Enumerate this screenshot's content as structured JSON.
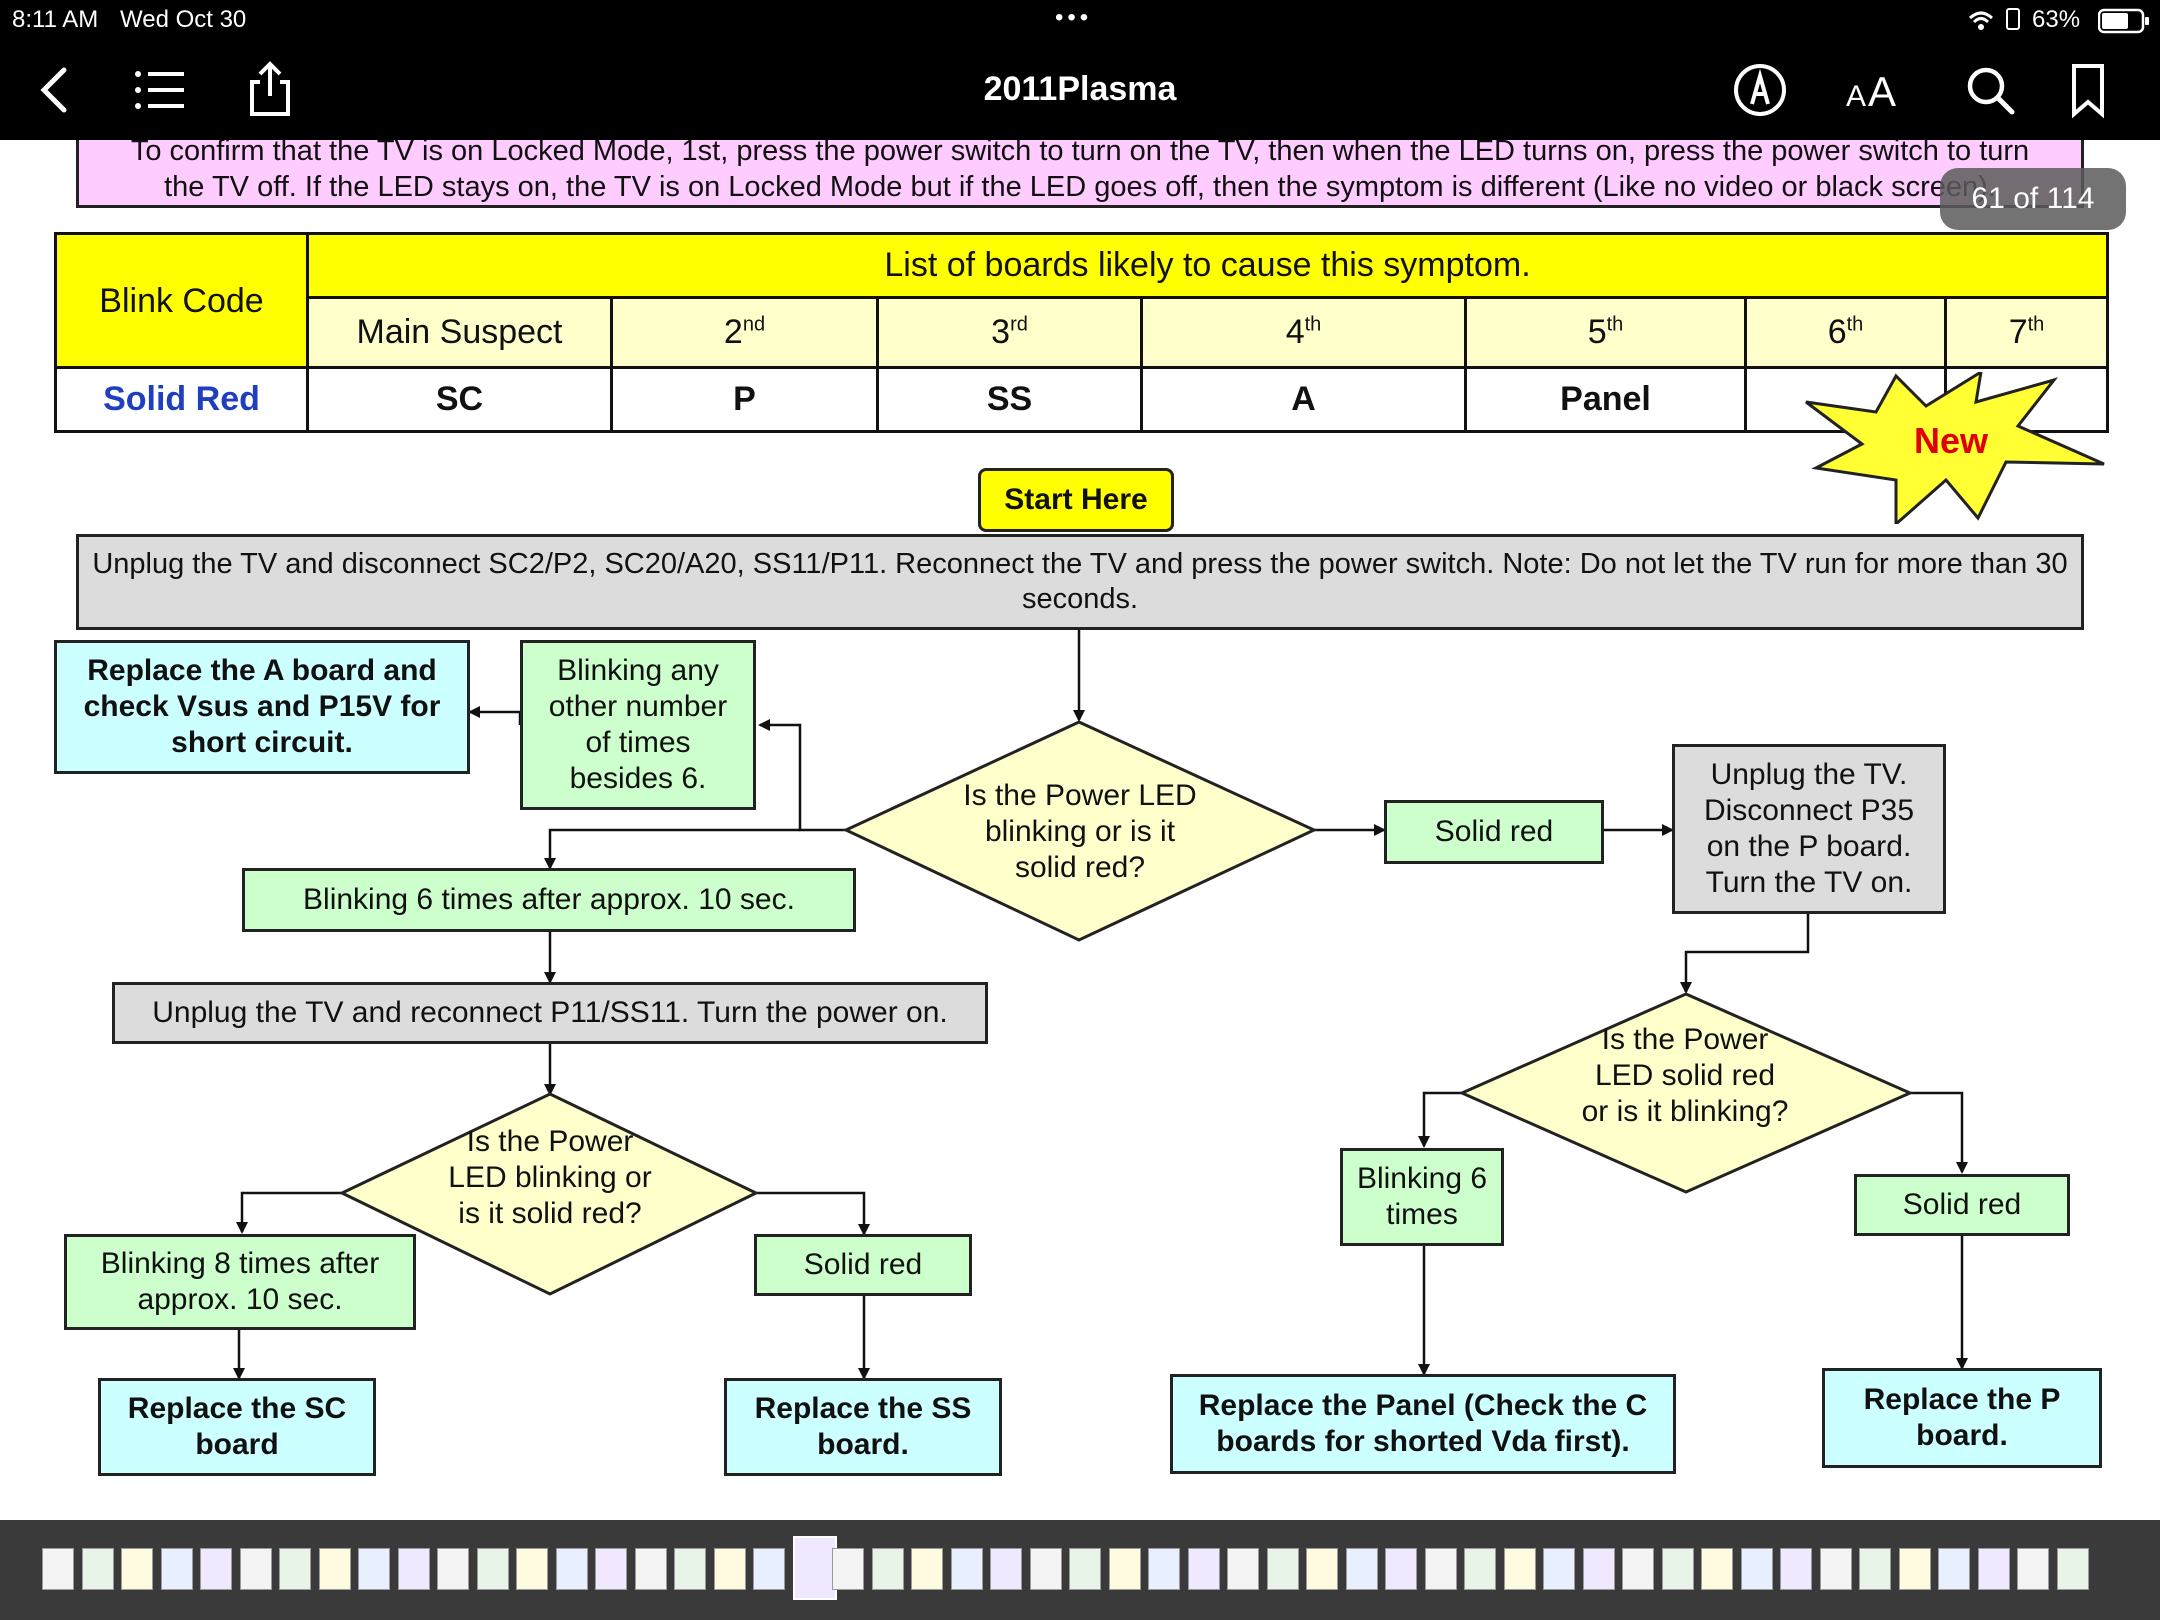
{
  "status": {
    "time": "8:11 AM",
    "date": "Wed Oct 30",
    "battery": "63%"
  },
  "nav": {
    "title": "2011Plasma"
  },
  "page_badge": "61 of 114",
  "intro": {
    "line1": "To confirm that the TV is on Locked Mode, 1st, press the power switch to turn on the TV, then when the LED turns on, press the power switch to turn",
    "line2": "the TV off. If the LED stays on, the TV is on Locked Mode but if the LED goes off, then the symptom is different (Like no video or black screen)."
  },
  "table": {
    "blink_code_header": "Blink Code",
    "list_header": "List of boards likely to cause this symptom.",
    "cols": [
      "Main Suspect",
      "2",
      "3",
      "4",
      "5",
      "6",
      "7"
    ],
    "ordinals": [
      "",
      "nd",
      "rd",
      "th",
      "th",
      "th",
      "th"
    ],
    "row_label": "Solid Red",
    "row_values": [
      "SC",
      "P",
      "SS",
      "A",
      "Panel",
      "",
      ""
    ]
  },
  "new_burst": "New",
  "start_here": "Start Here",
  "flow": {
    "step1": "Unplug the TV and disconnect SC2/P2, SC20/A20, SS11/P11. Reconnect the TV and press the power switch. Note: Do not let the TV run for more than 30 seconds.",
    "replace_a": "Replace the A board and check Vsus and P15V for short circuit.",
    "blink_other": "Blinking any other number of times besides 6.",
    "diamond1": "Is the Power LED blinking or is it solid red?",
    "solid_red_1": "Solid red",
    "unplug_p35": "Unplug the TV. Disconnect P35 on the P board. Turn the TV on.",
    "blink6_10s": "Blinking 6 times after approx. 10 sec.",
    "reconnect_p11": "Unplug the TV and reconnect P11/SS11. Turn the power on.",
    "diamond2": "Is the Power LED blinking or is it solid red?",
    "diamond3": "Is the Power LED solid red or is it blinking?",
    "blink8": "Blinking 8 times after approx. 10 sec.",
    "solid_red_2": "Solid red",
    "blink6": "Blinking 6 times",
    "solid_red_3": "Solid red",
    "replace_sc": "Replace the SC board",
    "replace_ss": "Replace the SS board.",
    "replace_panel": "Replace the Panel (Check the C boards for shorted Vda first).",
    "replace_p": "Replace the P board."
  },
  "icons": [
    "back-chevron-icon",
    "list-icon",
    "share-icon",
    "markup-icon",
    "text-size-icon",
    "search-icon",
    "bookmark-icon",
    "wifi-icon",
    "battery-icon"
  ]
}
